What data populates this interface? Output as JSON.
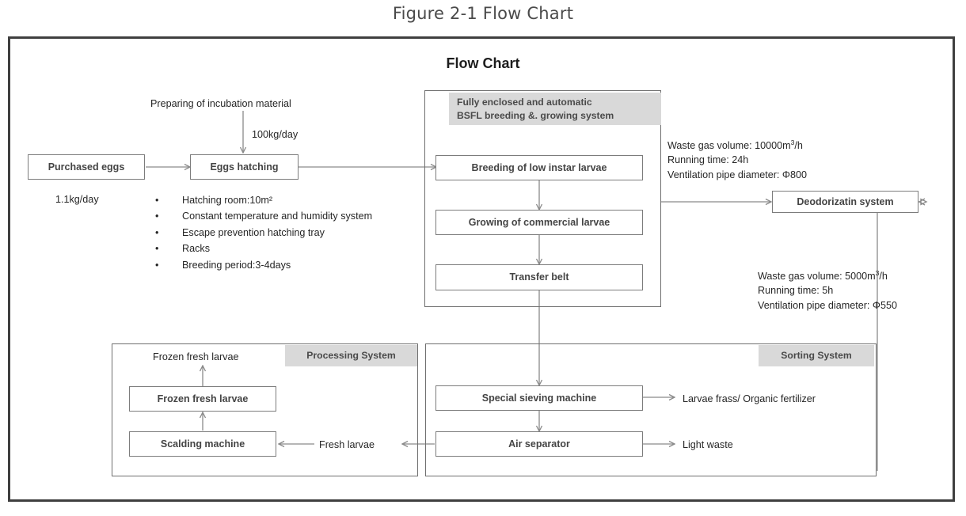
{
  "figure": {
    "caption": "Figure 2-1 Flow Chart",
    "title": "Flow Chart"
  },
  "colors": {
    "frame_border": "#3f3f3f",
    "box_border": "#7c7c7c",
    "system_label_bg": "#d9d9d9",
    "box_text": "#444444",
    "annotation_text": "#262626",
    "connector": "#8a8a8a"
  },
  "inputs": {
    "purchased_eggs": "Purchased eggs",
    "purchased_eggs_rate": "1.1kg/day",
    "incubation_material": "Preparing of incubation material",
    "incubation_rate": "100kg/day",
    "eggs_hatching": "Eggs hatching"
  },
  "hatching_notes": {
    "bullet": "•",
    "items": [
      "Hatching room:10m²",
      "Constant temperature and humidity system",
      "Escape prevention hatching tray",
      "Racks",
      "Breeding period:3-4days"
    ]
  },
  "bsfl_system": {
    "label_line1": "Fully enclosed and automatic",
    "label_line2": "BSFL breeding &. growing system",
    "steps": [
      "Breeding of low instar larvae",
      "Growing of commercial larvae",
      "Transfer belt"
    ]
  },
  "deodorization": {
    "box": "Deodorizatin system",
    "annotation_top": {
      "line1_prefix": "Waste gas volume: 10000m",
      "line1_sup": "3",
      "line1_suffix": "/h",
      "line2": "Running time: 24h",
      "line3": "Ventilation pipe diameter: Φ800"
    },
    "annotation_bottom": {
      "line1_prefix": "Waste gas volume: 5000m",
      "line1_sup": "3",
      "line1_suffix": "/h",
      "line2": "Running time: 5h",
      "line3": "Ventilation pipe diameter: Φ550"
    }
  },
  "processing_system": {
    "label": "Processing System",
    "output": "Frozen fresh larvae",
    "steps": [
      "Frozen fresh larvae",
      "Scalding machine"
    ]
  },
  "sorting_system": {
    "label": "Sorting System",
    "steps": [
      "Special sieving machine",
      "Air separator"
    ],
    "outputs": [
      "Larvae frass/ Organic fertilizer",
      "Light waste"
    ],
    "transfer_label": "Fresh larvae"
  }
}
